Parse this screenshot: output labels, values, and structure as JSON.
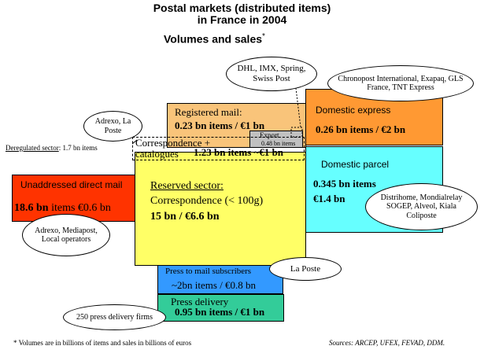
{
  "title": {
    "line1": "Postal markets (distributed items)",
    "line2": "in France in 2004",
    "subtitle": "Volumes and sales",
    "asterisk": "*"
  },
  "deregulated": {
    "label": "Deregulated sector",
    "value": ": 1.7 bn items"
  },
  "registered": {
    "label": "Registered mail:",
    "figures": "0.23 bn items / €1 bn"
  },
  "export": {
    "label": "Export",
    "figures": "0.48 bn items"
  },
  "domestic_express": {
    "label": "Domestic express",
    "figures": "0.26 bn items / €2 bn"
  },
  "correspondence_catalogues": {
    "label_line1": "Correspondence +",
    "label_line2": "catalogues",
    "figures": "1.23 bn items ~€1 bn"
  },
  "unaddressed": {
    "label": "Unaddressed direct mail",
    "figures_bold": "18.6 bn",
    "figures_rest": "items €0.6 bn"
  },
  "reserved": {
    "label": "Reserved sector:",
    "line2": "Correspondence  (< 100g)",
    "figures": "15 bn / €6.6 bn"
  },
  "domestic_parcel": {
    "label": "Domestic parcel",
    "figures1": "0.345 bn items",
    "figures2": "€1.4 bn"
  },
  "press_mail": {
    "label": "Press to mail subscribers",
    "figures": "~2bn items / €0.8 bn"
  },
  "press_delivery": {
    "label": "Press delivery",
    "figures": "0.95 bn items / €1 bn"
  },
  "callouts": {
    "dhl": "DHL, IMX, Spring, Swiss Post",
    "chronopost": "Chronopost International, Exapaq, GLS France, TNT Express",
    "adrexo_laposte": "Adrexo, La Poste",
    "adrexo_mediapost": "Adrexo, Mediapost, Local operators",
    "distrihome": "Distrihome, Mondialrelay SOGEP, Alveol, Kiala Coliposte",
    "laposte": "La Poste",
    "press_firms": "250 press delivery firms"
  },
  "footnote": "* Volumes are in billions of items and sales in billions of euros",
  "sources": "Sources: ARCEP, UFEX, FEVAD, DDM.",
  "colors": {
    "registered": "#f9c47a",
    "export": "#c0c0c0",
    "express": "#ff9933",
    "reserved": "#ffff66",
    "unaddressed": "#ff3300",
    "parcel": "#66ffff",
    "press_mail": "#3399ff",
    "press_delivery": "#33cc99"
  }
}
